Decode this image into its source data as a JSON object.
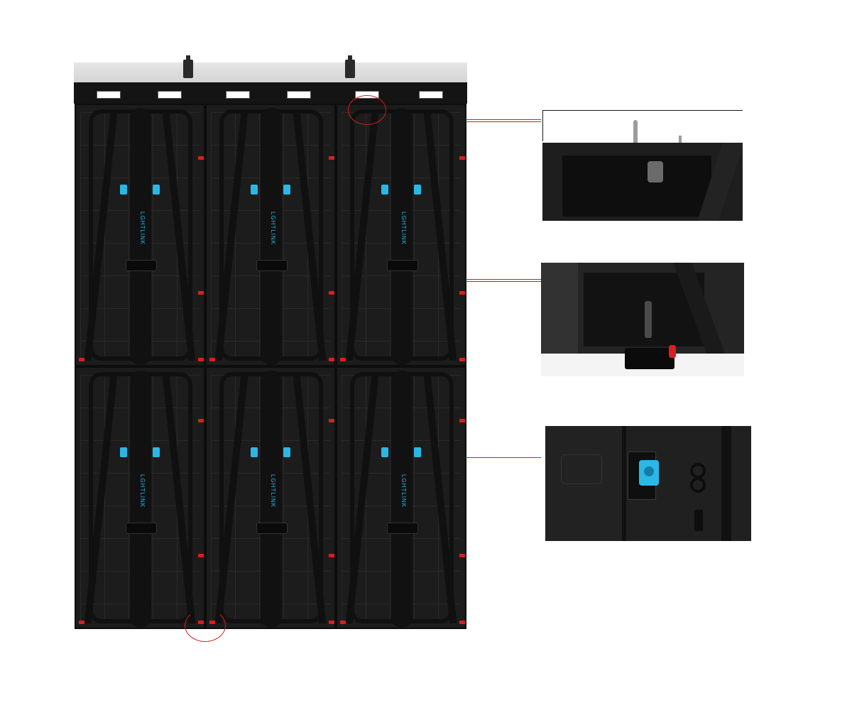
{
  "wall": {
    "brand_text": "LGHTLINK",
    "port_color": "#2bb7e6",
    "latch_color": "#d82020",
    "callout_color": "#d21c1c",
    "cabinet_rows": 2,
    "cabinet_columns": 3
  },
  "details": [
    {
      "subject": "top locking pin"
    },
    {
      "subject": "side lock with red lever"
    },
    {
      "subject": "blue power connector"
    }
  ]
}
